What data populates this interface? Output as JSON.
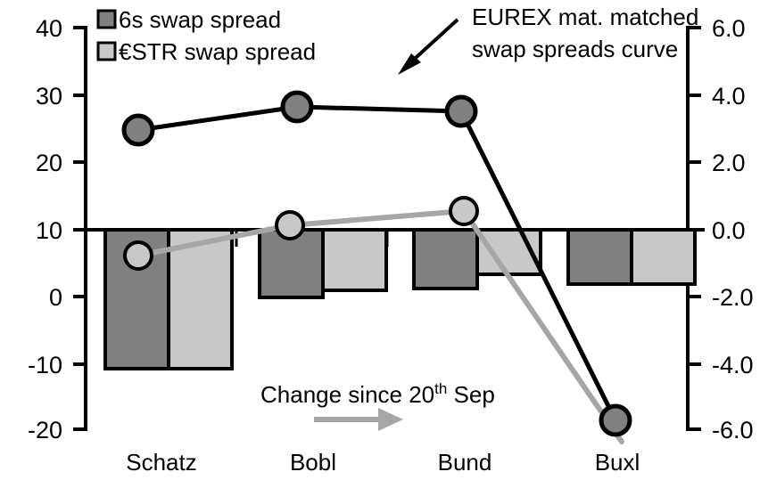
{
  "chart_data": {
    "type": "bar",
    "title": "",
    "subtitle": "",
    "xlabel": "",
    "categories": [
      "Schatz",
      "Bobl",
      "Bund",
      "Buxl"
    ],
    "grid": false,
    "legend_position": "top-left",
    "axes": {
      "left": {
        "label": "",
        "ylim": [
          -20,
          40
        ],
        "ticks": [
          40,
          30,
          20,
          10,
          0,
          -10,
          -20
        ],
        "tick_labels": [
          "40",
          "30",
          "20",
          "10",
          "0",
          "-10",
          "-20"
        ]
      },
      "right": {
        "label": "",
        "ylim": [
          -6.0,
          6.0
        ],
        "ticks": [
          6.0,
          4.0,
          2.0,
          0.0,
          -2.0,
          -4.0,
          -6.0
        ],
        "tick_labels": [
          "6.0",
          "4.0",
          "2.0",
          "0.0",
          "-2.0",
          "-4.0",
          "-6.0"
        ]
      }
    },
    "series": [
      {
        "name": "6s swap spread",
        "kind": "bar",
        "axis": "right",
        "color": "#808080",
        "edge_color": "#000000",
        "values": [
          -4.05,
          -1.95,
          -1.7,
          -1.55
        ]
      },
      {
        "name": "€STR swap spread",
        "kind": "bar",
        "axis": "right",
        "color": "#c8c8c8",
        "edge_color": "#000000",
        "values": [
          -4.05,
          -1.55,
          -1.3,
          -1.55
        ]
      },
      {
        "name": "EUREX mat. matched swap spreads curve",
        "kind": "line",
        "axis": "left",
        "color": "#000000",
        "marker_fill": "#808080",
        "values": [
          24.5,
          28.0,
          27.3,
          -18.0
        ]
      },
      {
        "name": "Change since 20th Sep",
        "kind": "line",
        "axis": "left",
        "color": "#a6a6a6",
        "marker_fill": "#c8c8c8",
        "values": [
          6.1,
          10.6,
          12.7,
          -20.5
        ]
      }
    ],
    "annotations": [
      {
        "id": "eurex-annotation",
        "line1": "EUREX mat. matched",
        "line2": "swap spreads curve",
        "has_arrow": true,
        "arrow_color": "#000000"
      },
      {
        "id": "change-annotation",
        "text_before": "Change since 20",
        "text_sup": "th",
        "text_after": " Sep",
        "has_arrow": true,
        "arrow_color": "#a6a6a6"
      }
    ]
  },
  "legend": {
    "items": [
      {
        "label": "6s swap spread",
        "swatch": "#808080"
      },
      {
        "label": "€STR swap spread",
        "swatch": "#c8c8c8"
      }
    ]
  },
  "left_axis": {
    "t0": "40",
    "t1": "30",
    "t2": "20",
    "t3": "10",
    "t4": "0",
    "t5": "-10",
    "t6": "-20"
  },
  "right_axis": {
    "t0": "6.0",
    "t1": "4.0",
    "t2": "2.0",
    "t3": "0.0",
    "t4": "-2.0",
    "t5": "-4.0",
    "t6": "-6.0"
  },
  "categories": {
    "c0": "Schatz",
    "c1": "Bobl",
    "c2": "Bund",
    "c3": "Buxl"
  },
  "annotations": {
    "eurex_line1": "EUREX mat. matched",
    "eurex_line2": "swap spreads curve",
    "change_before": "Change since 20",
    "change_sup": "th",
    "change_after": " Sep"
  },
  "colors": {
    "bar_dark": "#808080",
    "bar_light": "#c8c8c8",
    "line_dark": "#000000",
    "line_gray": "#a6a6a6",
    "axis": "#000000"
  }
}
